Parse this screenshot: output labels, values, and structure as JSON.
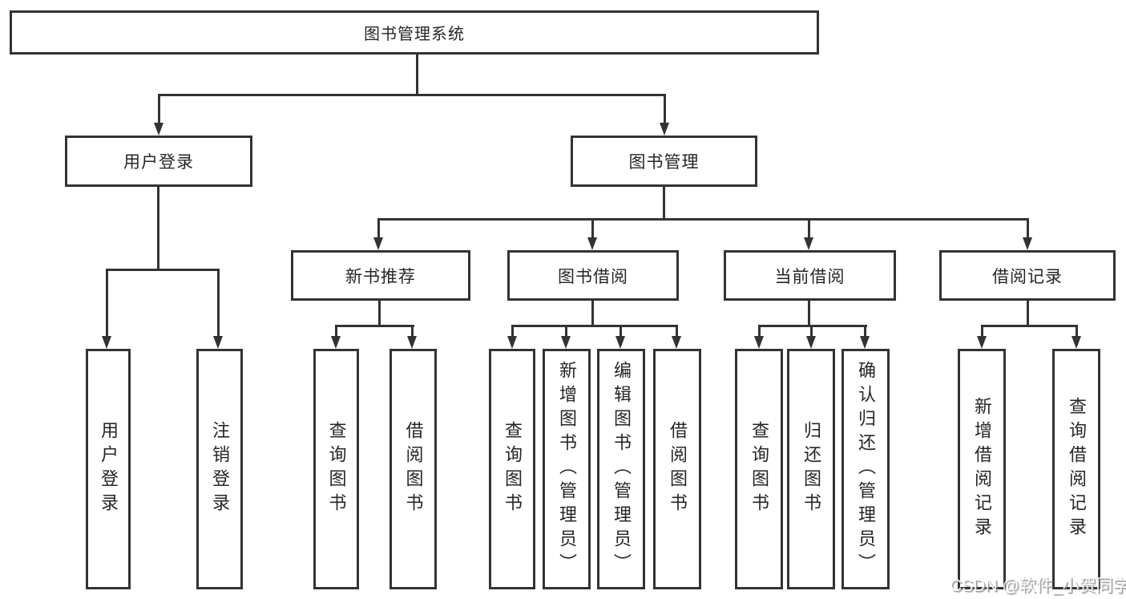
{
  "colors": {
    "line": "#333333",
    "text": "#262626",
    "background": "#ffffff"
  },
  "watermark": {
    "text": "CSDN @软件_小贺同学"
  },
  "tree": {
    "root": {
      "label": "图书管理系统"
    },
    "children": [
      {
        "label": "用户登录",
        "children": [
          {
            "label": "用户登录"
          },
          {
            "label": "注销登录"
          }
        ]
      },
      {
        "label": "图书管理",
        "children": [
          {
            "label": "新书推荐",
            "children": [
              {
                "label": "查询图书"
              },
              {
                "label": "借阅图书"
              }
            ]
          },
          {
            "label": "图书借阅",
            "children": [
              {
                "label": "查询图书"
              },
              {
                "label": "新增图书（管理员）"
              },
              {
                "label": "编辑图书（管理员）"
              },
              {
                "label": "借阅图书"
              }
            ]
          },
          {
            "label": "当前借阅",
            "children": [
              {
                "label": "查询图书"
              },
              {
                "label": "归还图书"
              },
              {
                "label": "确认归还（管理员）"
              }
            ]
          },
          {
            "label": "借阅记录",
            "children": [
              {
                "label": "新增借阅记录"
              },
              {
                "label": "查询借阅记录"
              }
            ]
          }
        ]
      }
    ]
  }
}
